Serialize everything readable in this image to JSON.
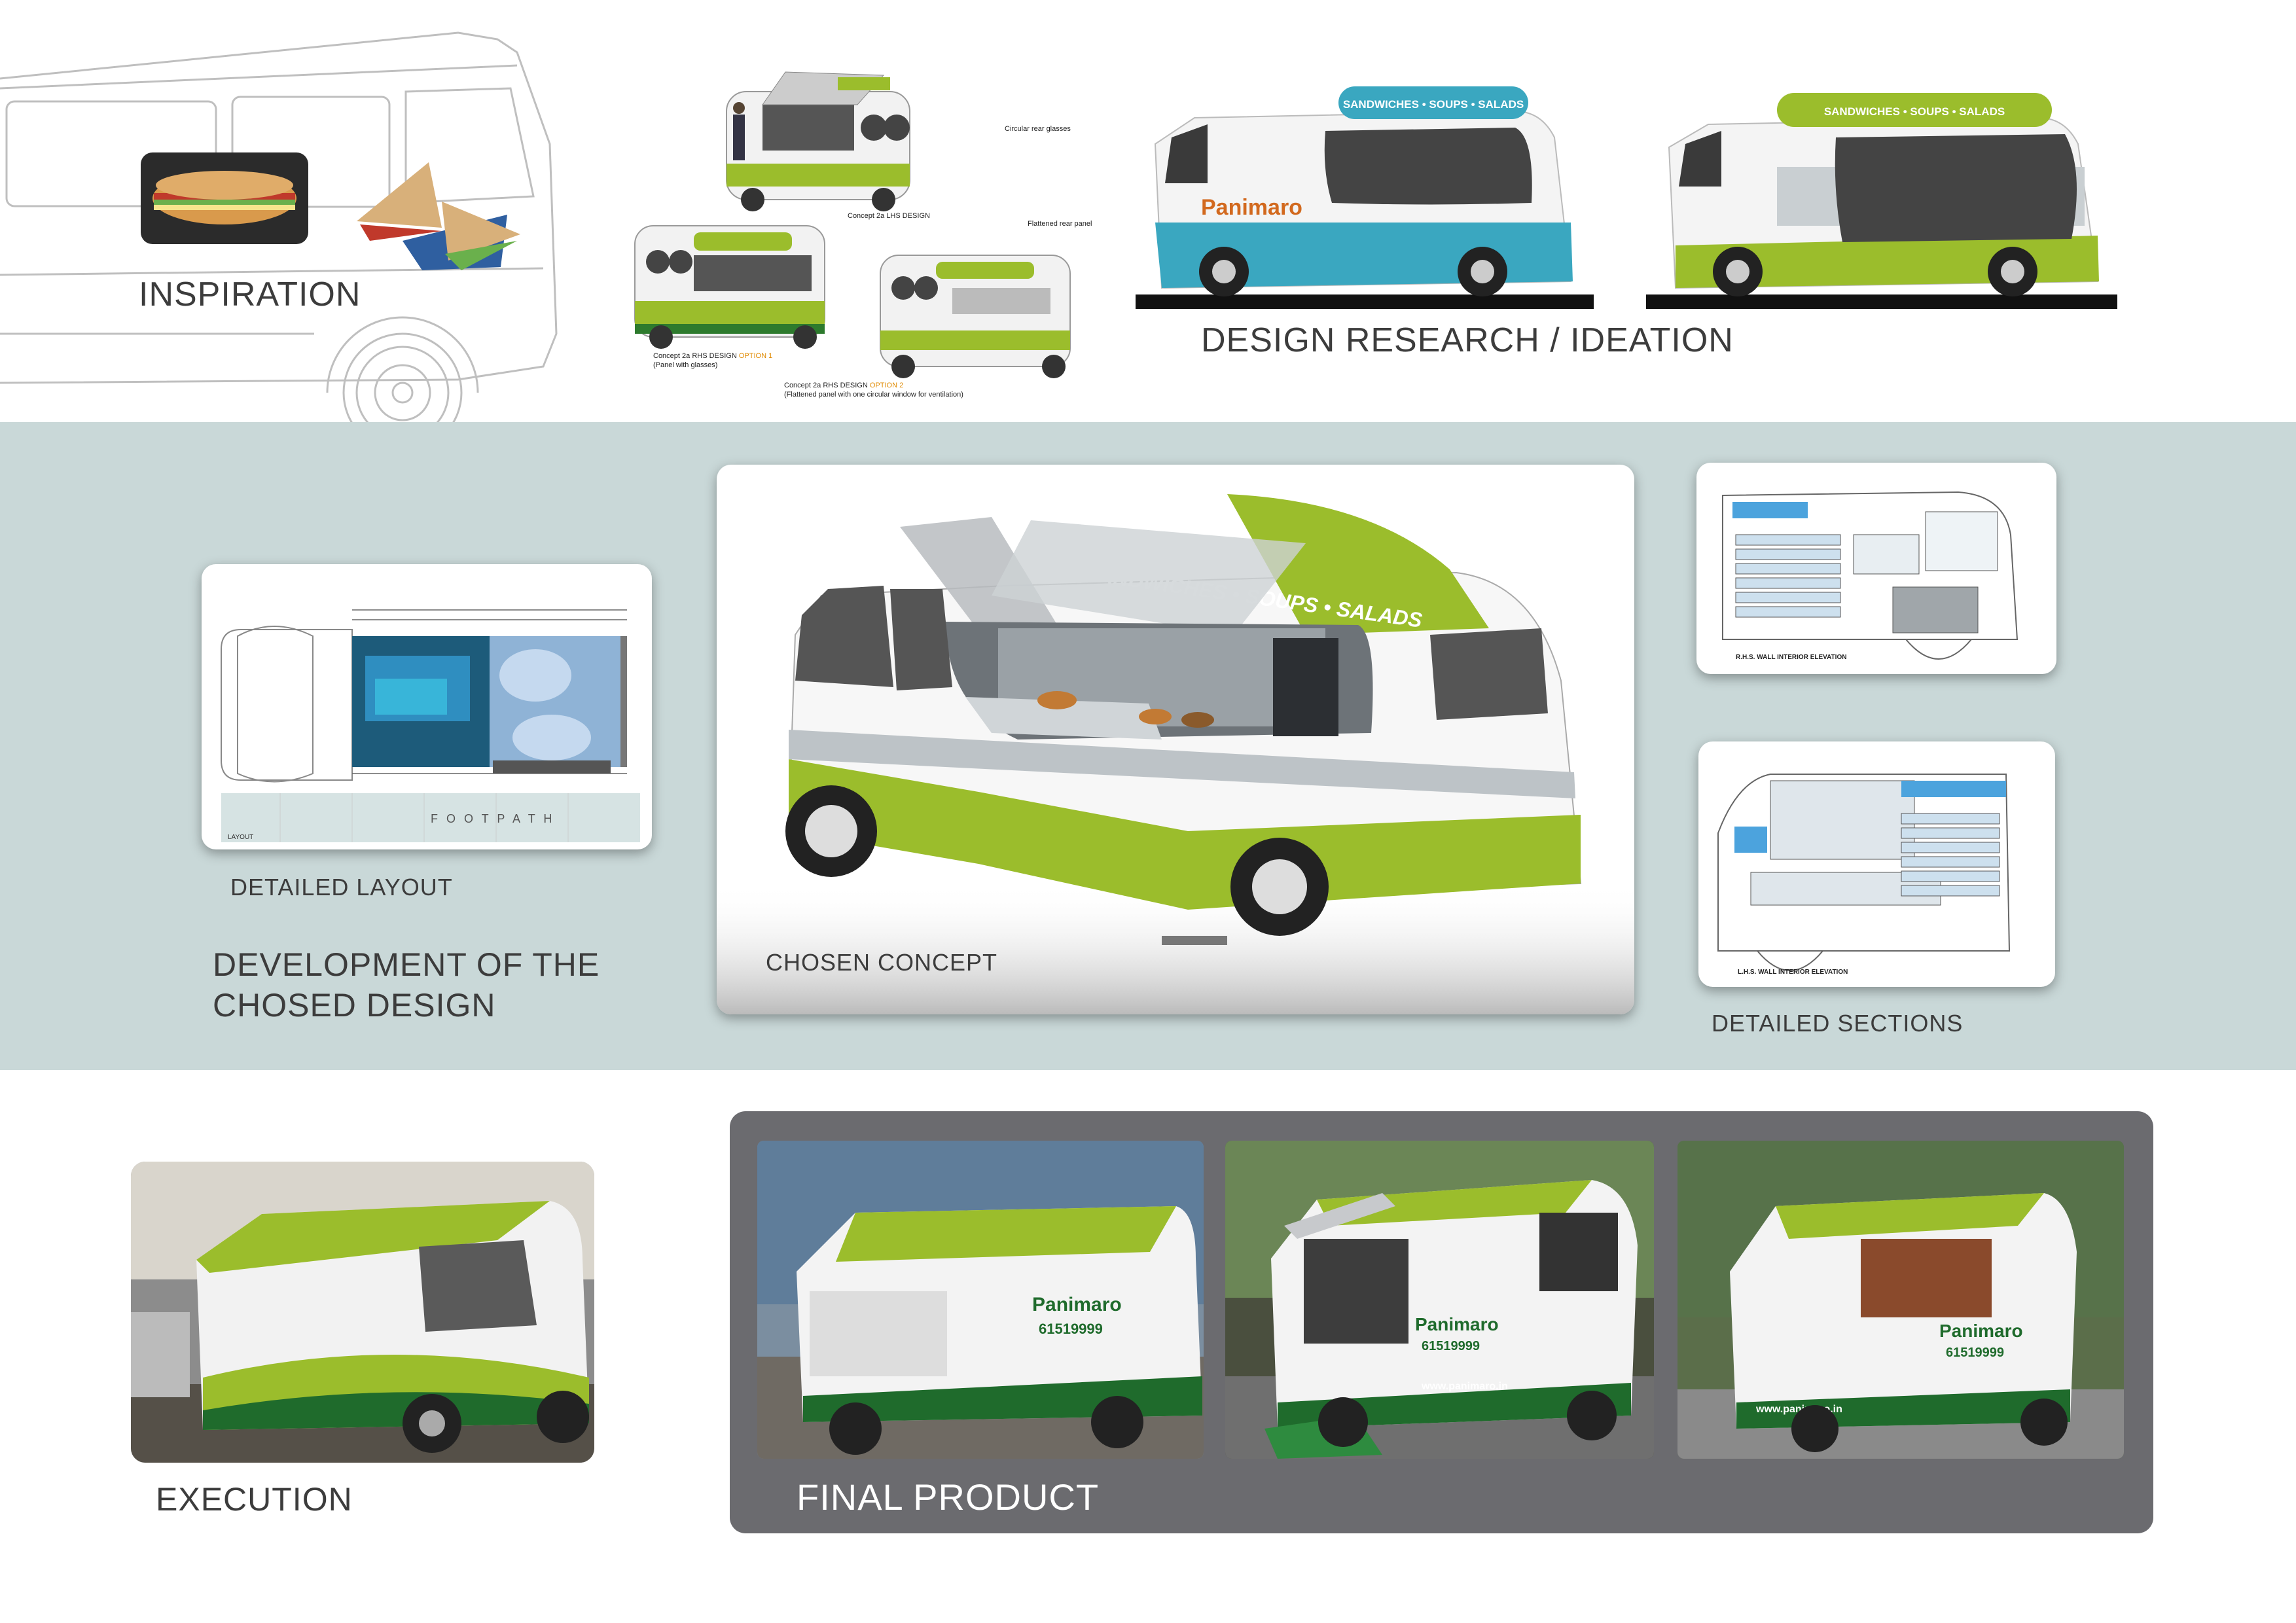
{
  "sections": {
    "inspiration": {
      "label": "INSPIRATION"
    },
    "design_research": {
      "label": "DESIGN RESEARCH / IDEATION"
    },
    "development": {
      "label_line1": "DEVELOPMENT OF THE",
      "label_line2": "CHOSED DESIGN"
    },
    "detailed_layout": {
      "label": "DETAILED LAYOUT",
      "footpath": "F O O T P A T H",
      "layout_tag": "LAYOUT"
    },
    "chosen_concept": {
      "label": "CHOSEN CONCEPT"
    },
    "detailed_sections": {
      "label": "DETAILED SECTIONS",
      "rhs_caption": "R.H.S. WALL INTERIOR ELEVATION",
      "lhs_caption": "L.H.S. WALL INTERIOR ELEVATION"
    },
    "execution": {
      "label": "EXECUTION"
    },
    "final_product": {
      "label": "FINAL PRODUCT"
    }
  },
  "van_branding": {
    "roof_sign": "SANDWICHES • SOUPS • SALADS",
    "brand": "Panimaro",
    "phone": "61519999",
    "website": "www.panimaro.in"
  },
  "concept_notes": {
    "circular_glass": "Circular rear glasses",
    "concept_lhs": "Concept 2a LHS DESIGN",
    "flattened_panel": "Flattened rear panel",
    "rhs_option1": "Concept 2a RHS DESIGN",
    "option1": "OPTION 1",
    "option1_note": "(Panel with glasses)",
    "rhs_option2": "Concept 2a RHS DESIGN",
    "option2": "OPTION 2",
    "option2_note": "(Flattened panel with one circular window for ventilation)"
  },
  "colors": {
    "accent_green": "#9bbd2c",
    "dark_green": "#1f6b2c",
    "teal_band": "#c9d8d8",
    "final_panel": "#6b6b6f",
    "teal_van": "#3aa7c0"
  }
}
